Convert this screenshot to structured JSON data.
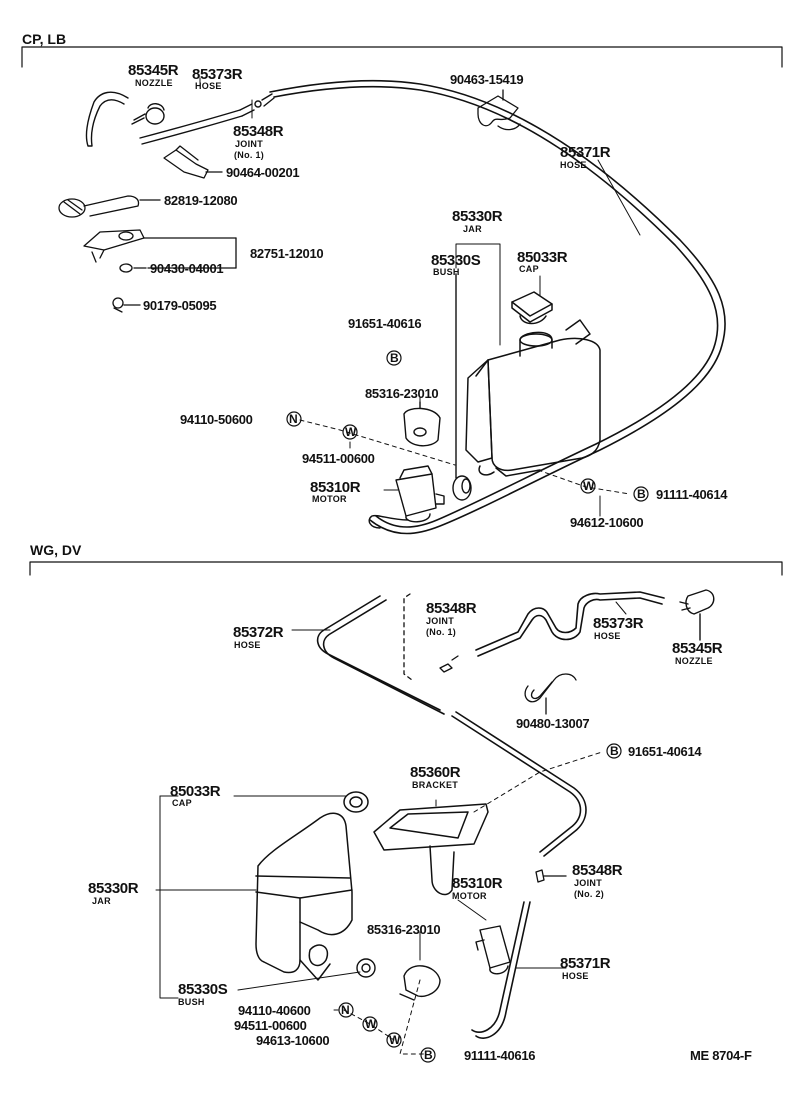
{
  "sections": {
    "top": "CP, LB",
    "bottom": "WG, DV"
  },
  "top": {
    "nozzle": {
      "num": "85345R",
      "label": "NOZZLE"
    },
    "hose_a": {
      "num": "85373R",
      "label": "HOSE"
    },
    "joint": {
      "num": "85348R",
      "label": "JOINT",
      "sub": "(No. 1)"
    },
    "clip_a": "90463-15419",
    "clip_b": "90464-00201",
    "hose_main": {
      "num": "85371R",
      "label": "HOSE"
    },
    "p_82819": "82819-12080",
    "p_82751": "82751-12010",
    "p_90430": "90430-04001",
    "p_90179": "90179-05095",
    "jar": {
      "num": "85330R",
      "label": "JAR"
    },
    "bush": {
      "num": "85330S",
      "label": "BUSH"
    },
    "cap": {
      "num": "85033R",
      "label": "CAP"
    },
    "bolt_b": "91651-40616",
    "bracket_part": "85316-23010",
    "nut": "94110-50600",
    "washer": "94511-00600",
    "motor": {
      "num": "85310R",
      "label": "MOTOR"
    },
    "washer2": "94612-10600",
    "bolt2": "91111-40614"
  },
  "bottom": {
    "joint1": {
      "num": "85348R",
      "label": "JOINT",
      "sub": "(No. 1)"
    },
    "hose_372": {
      "num": "85372R",
      "label": "HOSE"
    },
    "hose_373": {
      "num": "85373R",
      "label": "HOSE"
    },
    "nozzle": {
      "num": "85345R",
      "label": "NOZZLE"
    },
    "p_90480": "90480-13007",
    "bolt_b": "91651-40614",
    "cap": {
      "num": "85033R",
      "label": "CAP"
    },
    "bracket": {
      "num": "85360R",
      "label": "BRACKET"
    },
    "jar": {
      "num": "85330R",
      "label": "JAR"
    },
    "motor": {
      "num": "85310R",
      "label": "MOTOR"
    },
    "joint2": {
      "num": "85348R",
      "label": "JOINT",
      "sub": "(No. 2)"
    },
    "p_85316": "85316-23010",
    "hose_371": {
      "num": "85371R",
      "label": "HOSE"
    },
    "bush": {
      "num": "85330S",
      "label": "BUSH"
    },
    "nut": "94110-40600",
    "washer": "94511-00600",
    "washer2": "94613-10600",
    "bolt2": "91111-40616"
  },
  "symbols": {
    "bolt": "B",
    "nut": "N",
    "washer": "W"
  },
  "footer_code": "ME 8704-F"
}
